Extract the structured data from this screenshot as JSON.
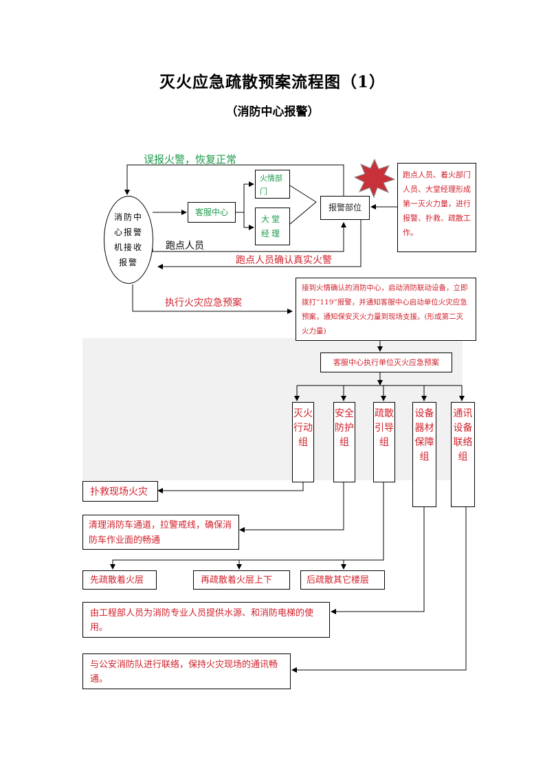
{
  "title": "灭火应急疏散预案流程图（1）",
  "subtitle": "（消防中心报警）",
  "top": {
    "false_alarm": "误报火警，恢复正常",
    "center_lines": [
      "消防中",
      "心报警",
      "机接收",
      "报警"
    ],
    "service_center": "客服中心",
    "fire_dept": "火情部门",
    "lobby_manager": "大堂经理",
    "report_dept": "报警部位",
    "runner": "跑点人员",
    "runner_confirm": "跑点人员确认真实火警",
    "first_force": "跑点人员、着火部门人员、大堂经理形成第一灭火力量，进行报警、扑救、疏散工作。"
  },
  "middle": {
    "execute_plan": "执行火灾应急预案",
    "second_force": "接到火情确认的消防中心，启动消防联动设备，立即拨打“119”报警，并通知客服中心启动单位火灾应急预案，通知保安灭火力量到现场支援。(形成第二灭火力量)",
    "service_execute": "客服中心执行单位灭火应急预案"
  },
  "groups": [
    {
      "label": "灭火行动组"
    },
    {
      "label": "安全防护组"
    },
    {
      "label": "疏散引导组"
    },
    {
      "label": "设备器材保障组"
    },
    {
      "label": "通讯设备联络组"
    }
  ],
  "actions": {
    "fight_fire": "扑救现场火灾",
    "clear_road": "清理消防车通道，拉警戒线，确保消防车作业面的畅通",
    "evac_first": "先疏散着火层",
    "evac_second": "再疏散着火层上下",
    "evac_third": "后疏散其它楼层",
    "engineering": "由工程部人员为消防专业人员提供水源、和消防电梯的使用。",
    "police": "与公安消防队进行联络，保持火灾现场的通讯畅通。"
  },
  "colors": {
    "red": "#d0202a",
    "green": "#1a9a4a",
    "burst": "#c8303a"
  }
}
